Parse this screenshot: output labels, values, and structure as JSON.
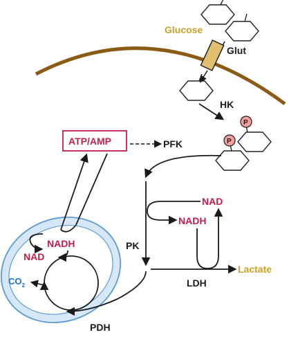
{
  "labels": {
    "glucose": "Glucose",
    "glut": "Glut",
    "hk": "HK",
    "phosphate": "P",
    "pfk": "PFK",
    "atp_amp": "ATP/AMP",
    "nad_right": "NAD",
    "nadh_right": "NADH",
    "pk": "PK",
    "lactate": "Lactate",
    "ldh": "LDH",
    "nadh_mito": "NADH",
    "nad_mito": "NAD",
    "co2_main": "CO",
    "co2_sub": "2",
    "pdh": "PDH"
  },
  "colors": {
    "membrane": "#8b5a14",
    "transporter": "#e0c070",
    "highlight_red": "#c41e4a",
    "gold_text": "#c9a227",
    "mito_fill": "#d6e8f7",
    "mito_stroke": "#5b9bd5",
    "phosphate_fill": "#f4a0a0",
    "co2_blue": "#1a73c8"
  }
}
